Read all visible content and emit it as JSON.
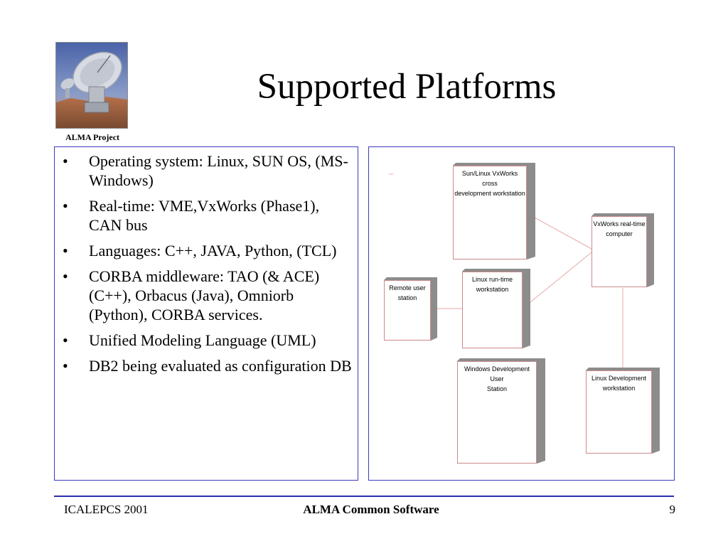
{
  "header": {
    "title": "Supported Platforms",
    "logo_caption": "ALMA Project"
  },
  "bullets": [
    "Operating system: Linux, SUN OS, (MS-Windows)",
    "Real-time: VME,VxWorks (Phase1), CAN bus",
    "Languages: C++, JAVA, Python, (TCL)",
    "CORBA middleware: TAO (& ACE) (C++), Orbacus (Java), Omniorb (Python), CORBA services.",
    "Unified Modeling Language (UML)",
    "DB2 being evaluated as configuration DB"
  ],
  "diagram": {
    "nodes": {
      "sun_linux": {
        "line1": "Sun/Linux VxWorks cross",
        "line2": "development workstation"
      },
      "vxworks": {
        "line1": "VxWorks real-time",
        "line2": "computer"
      },
      "linux_runtime": {
        "line1": "Linux run-time",
        "line2": "workstation"
      },
      "remote_user": {
        "line1": "Remote user",
        "line2": "station"
      },
      "windows_dev": {
        "line1": "Windows Development User",
        "line2": "Station"
      },
      "linux_dev": {
        "line1": "Linux Development",
        "line2": "workstation"
      }
    },
    "colors": {
      "border": "#cc8a8a",
      "shadow": "#8c8c8c",
      "link": "#e8a8a8"
    }
  },
  "footer": {
    "left": "ICALEPCS 2001",
    "center": "ALMA Common Software",
    "page_number": "9"
  },
  "colors": {
    "frame": "#3a3abf",
    "rule": "#2b2bb0"
  }
}
